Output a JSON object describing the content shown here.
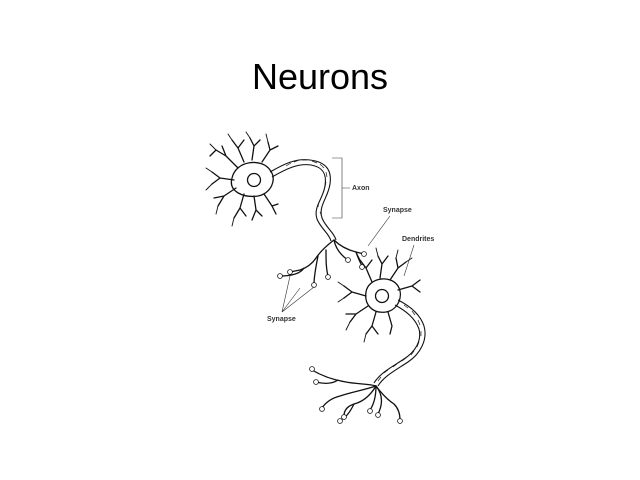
{
  "title": "Neurons",
  "labels": {
    "axon": "Axon",
    "synapse_top": "Synapse",
    "dendrites": "Dendrites",
    "synapse_left": "Synapse"
  }
}
